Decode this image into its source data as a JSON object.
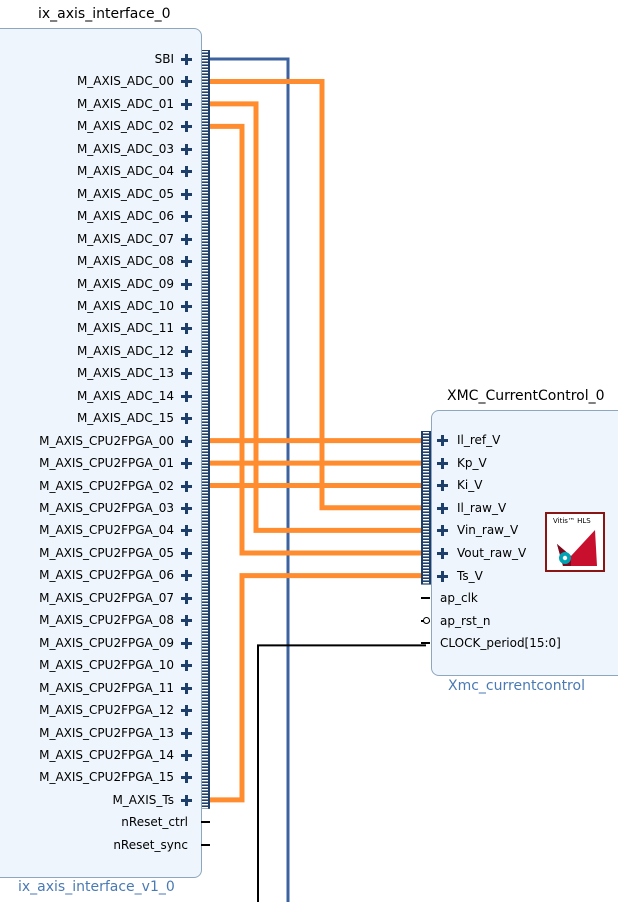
{
  "left_block": {
    "instance_name": "ix_axis_interface_0",
    "type_name": "ix_axis_interface_v1_0",
    "ports": [
      {
        "label": "SBI",
        "kind": "bus"
      },
      {
        "label": "M_AXIS_ADC_00",
        "kind": "bus"
      },
      {
        "label": "M_AXIS_ADC_01",
        "kind": "bus"
      },
      {
        "label": "M_AXIS_ADC_02",
        "kind": "bus"
      },
      {
        "label": "M_AXIS_ADC_03",
        "kind": "bus"
      },
      {
        "label": "M_AXIS_ADC_04",
        "kind": "bus"
      },
      {
        "label": "M_AXIS_ADC_05",
        "kind": "bus"
      },
      {
        "label": "M_AXIS_ADC_06",
        "kind": "bus"
      },
      {
        "label": "M_AXIS_ADC_07",
        "kind": "bus"
      },
      {
        "label": "M_AXIS_ADC_08",
        "kind": "bus"
      },
      {
        "label": "M_AXIS_ADC_09",
        "kind": "bus"
      },
      {
        "label": "M_AXIS_ADC_10",
        "kind": "bus"
      },
      {
        "label": "M_AXIS_ADC_11",
        "kind": "bus"
      },
      {
        "label": "M_AXIS_ADC_12",
        "kind": "bus"
      },
      {
        "label": "M_AXIS_ADC_13",
        "kind": "bus"
      },
      {
        "label": "M_AXIS_ADC_14",
        "kind": "bus"
      },
      {
        "label": "M_AXIS_ADC_15",
        "kind": "bus"
      },
      {
        "label": "M_AXIS_CPU2FPGA_00",
        "kind": "bus"
      },
      {
        "label": "M_AXIS_CPU2FPGA_01",
        "kind": "bus"
      },
      {
        "label": "M_AXIS_CPU2FPGA_02",
        "kind": "bus"
      },
      {
        "label": "M_AXIS_CPU2FPGA_03",
        "kind": "bus"
      },
      {
        "label": "M_AXIS_CPU2FPGA_04",
        "kind": "bus"
      },
      {
        "label": "M_AXIS_CPU2FPGA_05",
        "kind": "bus"
      },
      {
        "label": "M_AXIS_CPU2FPGA_06",
        "kind": "bus"
      },
      {
        "label": "M_AXIS_CPU2FPGA_07",
        "kind": "bus"
      },
      {
        "label": "M_AXIS_CPU2FPGA_08",
        "kind": "bus"
      },
      {
        "label": "M_AXIS_CPU2FPGA_09",
        "kind": "bus"
      },
      {
        "label": "M_AXIS_CPU2FPGA_10",
        "kind": "bus"
      },
      {
        "label": "M_AXIS_CPU2FPGA_11",
        "kind": "bus"
      },
      {
        "label": "M_AXIS_CPU2FPGA_12",
        "kind": "bus"
      },
      {
        "label": "M_AXIS_CPU2FPGA_13",
        "kind": "bus"
      },
      {
        "label": "M_AXIS_CPU2FPGA_14",
        "kind": "bus"
      },
      {
        "label": "M_AXIS_CPU2FPGA_15",
        "kind": "bus"
      },
      {
        "label": "M_AXIS_Ts",
        "kind": "bus"
      },
      {
        "label": "nReset_ctrl",
        "kind": "wire"
      },
      {
        "label": "nReset_sync",
        "kind": "wire"
      }
    ]
  },
  "right_block": {
    "instance_name": "XMC_CurrentControl_0",
    "type_name": "Xmc_currentcontrol",
    "logo_text": "Vitis™ HLS",
    "ports": [
      {
        "label": "Il_ref_V",
        "kind": "bus"
      },
      {
        "label": "Kp_V",
        "kind": "bus"
      },
      {
        "label": "Ki_V",
        "kind": "bus"
      },
      {
        "label": "Il_raw_V",
        "kind": "bus"
      },
      {
        "label": "Vin_raw_V",
        "kind": "bus"
      },
      {
        "label": "Vout_raw_V",
        "kind": "bus"
      },
      {
        "label": "Ts_V",
        "kind": "bus"
      },
      {
        "label": "ap_clk",
        "kind": "wire"
      },
      {
        "label": "ap_rst_n",
        "kind": "inverted"
      },
      {
        "label": "CLOCK_period[15:0]",
        "kind": "wire"
      }
    ]
  },
  "colors": {
    "axis_net": "#ff8c2e",
    "sbi_net": "#3d62a0",
    "wire_net": "#000000",
    "block_fill": "#eef5fc",
    "block_border": "#8da7bf",
    "subtitle": "#4a7ab3"
  }
}
